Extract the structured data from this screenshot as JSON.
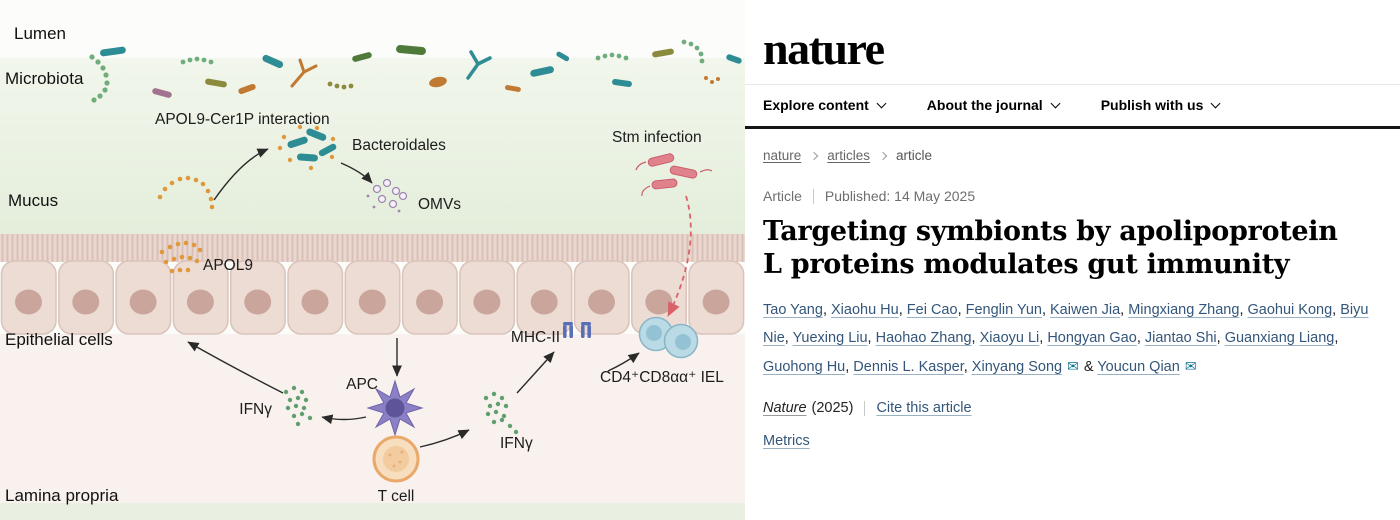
{
  "figure": {
    "labels": {
      "lumen": "Lumen",
      "microbiota": "Microbiota",
      "mucus": "Mucus",
      "epithelial_cells": "Epithelial cells",
      "lamina_propria": "Lamina propria",
      "apol9_cer1p": "APOL9-Cer1P interaction",
      "bacteroidales": "Bacteroidales",
      "stm_infection": "Stm infection",
      "omvs": "OMVs",
      "apol9": "APOL9",
      "mhc2": "MHC-II",
      "iel": "CD4⁺CD8αα⁺ IEL",
      "apc": "APC",
      "ifng_left": "IFNγ",
      "ifng_right": "IFNγ",
      "t_cell": "T cell"
    }
  },
  "site": {
    "logo": "nature",
    "nav": [
      {
        "label": "Explore content"
      },
      {
        "label": "About the journal"
      },
      {
        "label": "Publish with us"
      }
    ],
    "breadcrumb": [
      {
        "label": "nature",
        "trail": true
      },
      {
        "label": "articles",
        "trail": true
      },
      {
        "label": "article"
      }
    ],
    "article": {
      "type_label": "Article",
      "published": "Published: 14 May 2025",
      "title": "Targeting symbionts by apolipoprotein L proteins modulates gut immunity",
      "authors": [
        {
          "name": "Tao Yang",
          "suffix": ", "
        },
        {
          "name": "Xiaohu Hu",
          "suffix": ", "
        },
        {
          "name": "Fei Cao",
          "suffix": ", "
        },
        {
          "name": "Fenglin Yun",
          "suffix": ", "
        },
        {
          "name": "Kaiwen Jia",
          "suffix": ", "
        },
        {
          "name": "Mingxiang Zhang",
          "suffix": ", "
        },
        {
          "name": "Gaohui Kong",
          "suffix": ", "
        },
        {
          "name": "Biyu Nie",
          "suffix": ", "
        },
        {
          "name": "Yuexing Liu",
          "suffix": ", "
        },
        {
          "name": "Haohao Zhang",
          "suffix": ", "
        },
        {
          "name": "Xiaoyu Li",
          "suffix": ", "
        },
        {
          "name": "Hongyan Gao",
          "suffix": ", "
        },
        {
          "name": "Jiantao Shi",
          "suffix": ", "
        },
        {
          "name": "Guanxiang Liang",
          "suffix": ", "
        },
        {
          "name": "Guohong Hu",
          "suffix": ", "
        },
        {
          "name": "Dennis L. Kasper",
          "suffix": ", "
        },
        {
          "name": "Xinyang Song",
          "email": true,
          "suffix": " & "
        },
        {
          "name": "Youcun Qian",
          "email": true,
          "suffix": ""
        }
      ],
      "journal": "Nature",
      "year": "(2025)",
      "cite_link": "Cite this article",
      "metrics_link": "Metrics"
    }
  },
  "colors": {
    "link_blue": "#33567a",
    "envelope_teal": "#0e7490",
    "mucus_green": "#e4eedb",
    "epithelial_pink": "#eddcd4",
    "nucleus_pink": "#caa59b",
    "apol9_orange": "#e0993a",
    "bacteroidales_teal": "#2e8c95",
    "stm_red": "#d9626a",
    "apc_purple": "#8b80c4",
    "tcell_orange": "#eaa96b",
    "ifng_green": "#5f9e6e",
    "iel_blue": "#badae5"
  }
}
